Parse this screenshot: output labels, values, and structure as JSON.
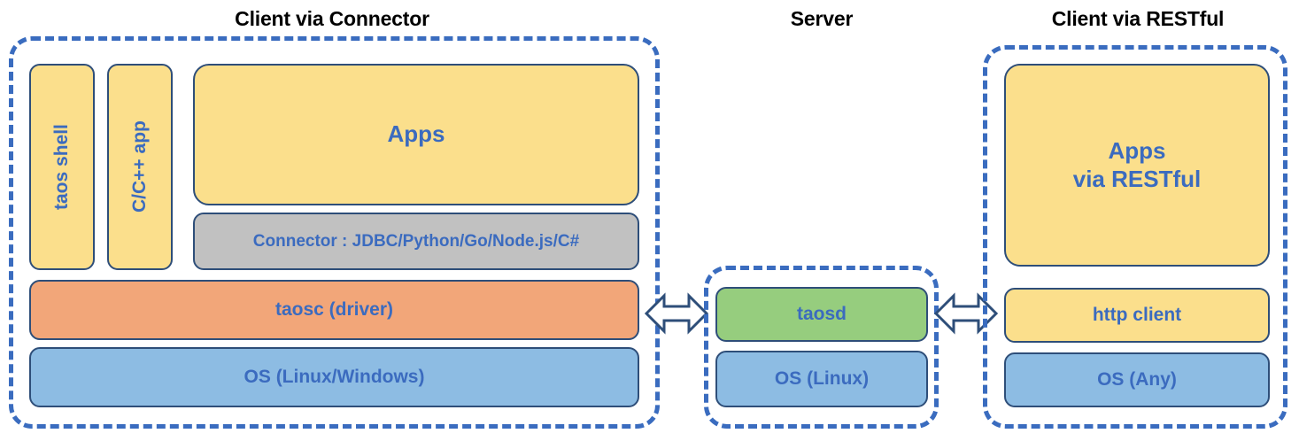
{
  "diagram": {
    "title_left": "Client via Connector",
    "title_middle": "Server",
    "title_right": "Client via RESTful",
    "colors": {
      "dashed_border": "#3a6cbf",
      "node_border": "#2e4e79",
      "text_blue": "#3b6bbf",
      "title_black": "#000000",
      "yellow": "#fbdf8c",
      "orange": "#f2a679",
      "blue": "#8dbce3",
      "green": "#96cd7e",
      "grey": "#c1c1c1"
    }
  },
  "client_connector": {
    "taos_shell": "taos shell",
    "cpp_app": "C/C++ app",
    "apps": "Apps",
    "connector": "Connector : JDBC/Python/Go/Node.js/C#",
    "taosc": "taosc (driver)",
    "os": "OS (Linux/Windows)"
  },
  "server": {
    "taosd": "taosd",
    "os": "OS (Linux)"
  },
  "client_restful": {
    "apps_line1": "Apps",
    "apps_line2": "via RESTful",
    "http_client": "http client",
    "os": "OS (Any)"
  },
  "arrows": {
    "left_arrow": "double-headed-arrow",
    "right_arrow": "double-headed-arrow"
  }
}
